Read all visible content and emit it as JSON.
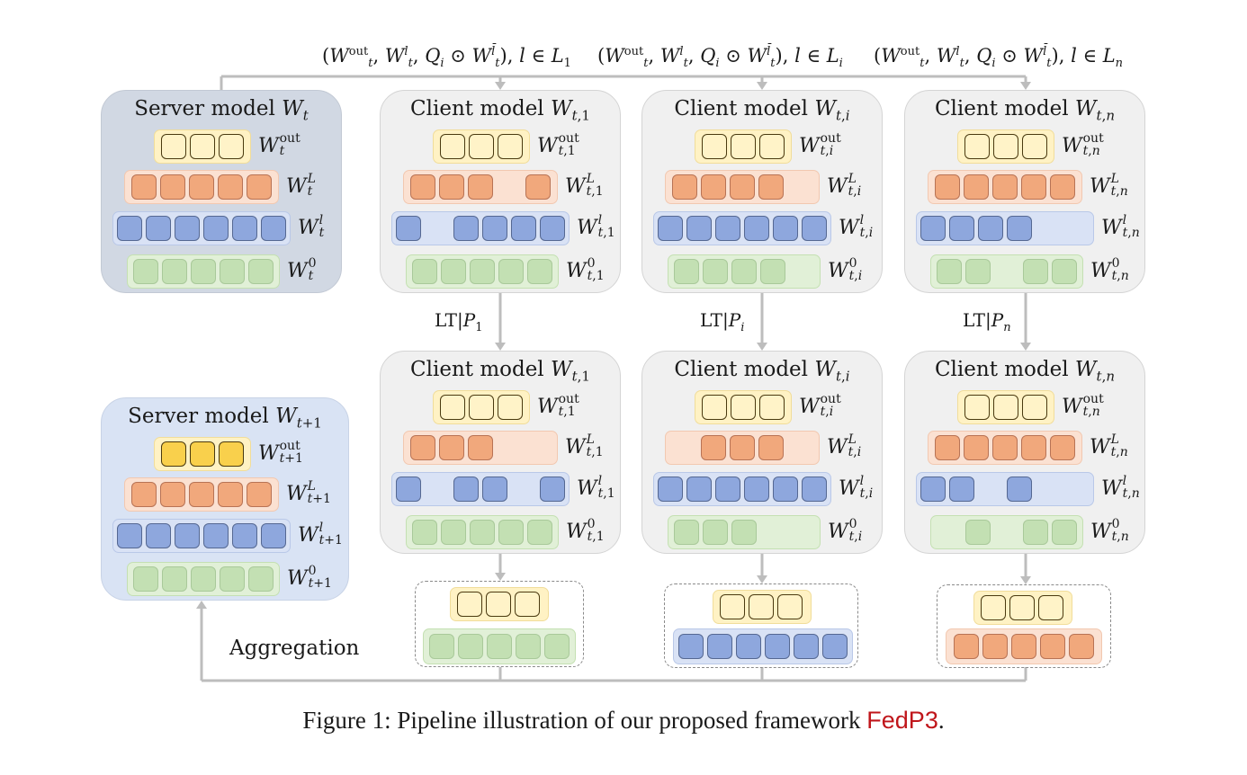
{
  "top_labels": [
    "(W_t^out, W_t^l, Q_i ⊙ W_t^l̄), l ∈ L_1",
    "(W_t^out, W_t^l, Q_i ⊙ W_t^l̄), l ∈ L_i",
    "(W_t^out, W_t^l, Q_i ⊙ W_t^l̄), l ∈ L_n"
  ],
  "server": {
    "title": "Server model W_t",
    "labels": [
      "W_t^out",
      "W_t^L",
      "W_t^l",
      "W_t^0"
    ],
    "rows": [
      [
        1,
        1,
        1
      ],
      [
        1,
        1,
        1,
        1,
        1
      ],
      [
        1,
        1,
        1,
        1,
        1,
        1
      ],
      [
        1,
        1,
        1,
        1,
        1
      ]
    ]
  },
  "clients_before": [
    {
      "title": "Client model W_t,1",
      "labels": [
        "W_t,1^out",
        "W_t,1^L",
        "W_t,1^l",
        "W_t,1^0"
      ],
      "rows": [
        [
          1,
          1,
          1
        ],
        [
          1,
          1,
          1,
          0,
          1
        ],
        [
          1,
          0,
          1,
          1,
          1,
          1
        ],
        [
          1,
          1,
          1,
          1,
          1
        ]
      ]
    },
    {
      "title": "Client model W_t,i",
      "labels": [
        "W_t,i^out",
        "W_t,i^L",
        "W_t,i^l",
        "W_t,i^0"
      ],
      "rows": [
        [
          1,
          1,
          1
        ],
        [
          1,
          1,
          1,
          1,
          0
        ],
        [
          1,
          1,
          1,
          1,
          1,
          1
        ],
        [
          1,
          1,
          1,
          1,
          0
        ]
      ]
    },
    {
      "title": "Client model W_t,n",
      "labels": [
        "W_t,n^out",
        "W_t,n^L",
        "W_t,n^l",
        "W_t,n^0"
      ],
      "rows": [
        [
          1,
          1,
          1
        ],
        [
          1,
          1,
          1,
          1,
          1
        ],
        [
          1,
          1,
          1,
          1,
          0,
          0
        ],
        [
          1,
          1,
          0,
          1,
          1
        ]
      ]
    }
  ],
  "arrow_labels": [
    "LT|P_1",
    "LT|P_i",
    "LT|P_n"
  ],
  "clients_after": [
    {
      "title": "Client model W_t,1",
      "labels": [
        "W_t,1^out",
        "W_t,1^L",
        "W_t,1^l",
        "W_t,1^0"
      ],
      "rows": [
        [
          1,
          1,
          1
        ],
        [
          1,
          1,
          1,
          0,
          0
        ],
        [
          1,
          0,
          1,
          1,
          0,
          1
        ],
        [
          1,
          1,
          1,
          1,
          1
        ]
      ]
    },
    {
      "title": "Client model W_t,i",
      "labels": [
        "W_t,i^out",
        "W_t,i^L",
        "W_t,i^l",
        "W_t,i^0"
      ],
      "rows": [
        [
          1,
          1,
          1
        ],
        [
          0,
          1,
          1,
          1,
          0
        ],
        [
          1,
          1,
          1,
          1,
          1,
          1
        ],
        [
          1,
          1,
          1,
          0,
          0
        ]
      ]
    },
    {
      "title": "Client model W_t,n",
      "labels": [
        "W_t,n^out",
        "W_t,n^L",
        "W_t,n^l",
        "W_t,n^0"
      ],
      "rows": [
        [
          1,
          1,
          1
        ],
        [
          1,
          1,
          1,
          1,
          1
        ],
        [
          1,
          1,
          0,
          1,
          0,
          0
        ],
        [
          0,
          1,
          0,
          1,
          1
        ]
      ]
    }
  ],
  "server_next": {
    "title": "Server model W_t+1",
    "labels": [
      "W_t+1^out",
      "W_t+1^L",
      "W_t+1^l",
      "W_t+1^0"
    ],
    "rows": [
      [
        1,
        1,
        1
      ],
      [
        1,
        1,
        1,
        1,
        1
      ],
      [
        1,
        1,
        1,
        1,
        1,
        1
      ],
      [
        1,
        1,
        1,
        1,
        1
      ]
    ]
  },
  "aggregation_boxes": [
    {
      "second_band": "z",
      "cells": 5
    },
    {
      "second_band": "l",
      "cells": 6
    },
    {
      "second_band": "L",
      "cells": 5
    }
  ],
  "aggregation_label": "Aggregation",
  "caption": {
    "prefix": "Figure 1: Pipeline illustration of our proposed framework ",
    "highlight": "FedP3",
    "suffix": "."
  },
  "colors": {
    "yellow": "#fff3c8",
    "yellow_filled": "#f9d04c",
    "orange": "#f1a87c",
    "blue": "#8ea7dd",
    "green": "#c3e0b3",
    "connector": "#bdbdbd",
    "highlight": "#c0161b"
  }
}
